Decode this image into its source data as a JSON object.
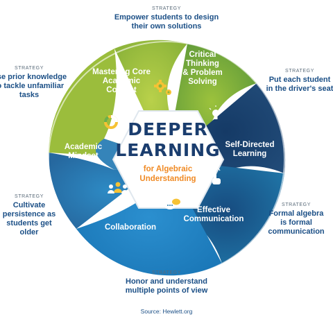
{
  "center": {
    "title_line1": "DEEPER",
    "title_line2": "LEARNING",
    "subtitle_line1": "for Algebraic",
    "subtitle_line2": "Understanding"
  },
  "segments": {
    "mastering": [
      "Mastering Core",
      "Academic",
      "Content"
    ],
    "critical": [
      "Critical",
      "Thinking",
      "& Problem",
      "Solving"
    ],
    "self_directed": [
      "Self-Directed",
      "Learning"
    ],
    "effective": [
      "Effective",
      "Communication"
    ],
    "collaboration": [
      "Collaboration"
    ],
    "academic_mindset": [
      "Academic",
      "Mindset"
    ]
  },
  "strategies": {
    "label": "STRATEGY",
    "top": [
      "Empower students to design",
      "their own solutions"
    ],
    "right_top": [
      "Put each student",
      "in the driver's seat"
    ],
    "right_bottom": [
      "Formal algebra",
      "is formal",
      "communication"
    ],
    "bottom": [
      "Honor and understand",
      "multiple points of view"
    ],
    "left_bottom": [
      "Cultivate",
      "persistence as",
      "students get",
      "older"
    ],
    "left_top": [
      "Use prior knowledge",
      "to tackle unfamiliar",
      "tasks"
    ]
  },
  "source": "Source: Hewlett.org",
  "colors": {
    "light_green": "#a6c23a",
    "green": "#7fb03a",
    "dark_navy": "#1d3f6b",
    "teal_blue": "#1f6fa4",
    "blue": "#1f84c2",
    "mid_blue": "#2a79b5",
    "orange": "#f08a24"
  },
  "icons": {
    "mastering": "gears-icon",
    "critical": "lightbulb-icon",
    "self_directed": "pointer-hand-icon",
    "effective": "speech-bubbles-icon",
    "collaboration": "people-icon",
    "academic_mindset": "cycle-chart-icon"
  }
}
